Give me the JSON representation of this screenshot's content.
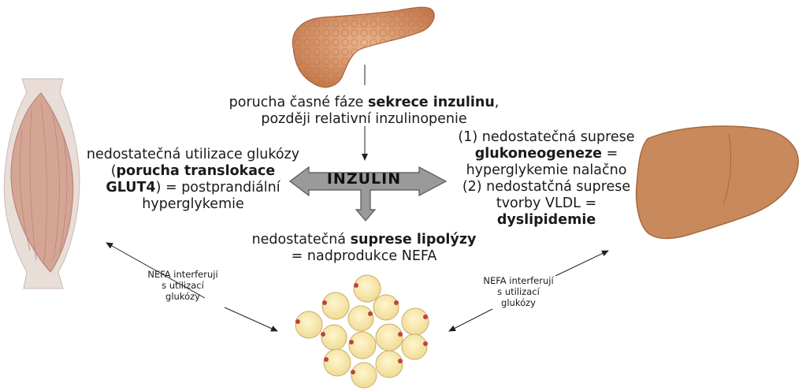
{
  "center": {
    "label": "INZULIN"
  },
  "pancreas_text": {
    "line1_pre": "porucha časné fáze ",
    "line1_bold": "sekrece inzulinu",
    "line1_post": ",",
    "line2": "později relativní inzulinopenie"
  },
  "muscle_text": {
    "line1": "nedostatečná utilizace glukózy",
    "line2_pre": "(",
    "line2_bold": "porucha translokace",
    "line3_bold": "GLUT4",
    "line3_post": ") = postprandiální",
    "line4": "hyperglykemie"
  },
  "liver_text": {
    "line1": "(1) nedostatečná suprese",
    "line2_bold": "glukoneogeneze",
    "line2_post": " =",
    "line3": "hyperglykemie nalačno",
    "line4": "(2) nedostatčná suprese",
    "line5": "tvorby VLDL =",
    "line6_bold": "dyslipidemie"
  },
  "fat_text": {
    "line1_pre": "nedostatečná ",
    "line1_bold": "suprese lipolýzy",
    "line2": "= nadprodukce NEFA"
  },
  "nefa_left": {
    "line1": "NEFA interferují",
    "line2": "s utilizací",
    "line3": "glukózy"
  },
  "nefa_right": {
    "line1": "NEFA interferují",
    "line2": "s utilizací",
    "line3": "glukózy"
  },
  "colors": {
    "arrow_fill": "#9a9a9a",
    "liver": "#c88a5c",
    "muscle": "#d4a595",
    "pancreas": "#d7966b",
    "fat_cell": "#f6e4a6"
  }
}
